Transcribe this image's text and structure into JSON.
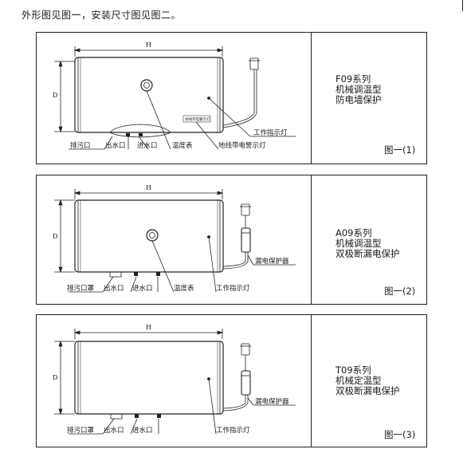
{
  "intro": "外形图见图一，安装尺寸图见图二。",
  "panels": [
    {
      "series": "F09系列",
      "control": "机械调温型",
      "protection": "防电墙保护",
      "fig": "图一(1)",
      "dim_h": "H",
      "dim_d": "D",
      "lamp_plate": "地线带电警示灯",
      "labels": {
        "drain": "排污口",
        "outlet": "出水口",
        "inlet": "进水口",
        "thermometer": "温度表",
        "ground": "地线带电警示灯",
        "indicator": "工作指示灯"
      }
    },
    {
      "series": "A09系列",
      "control": "机械调温型",
      "protection": "双极断漏电保护",
      "fig": "图一(2)",
      "dim_h": "H",
      "dim_d": "D",
      "labels": {
        "drain": "排污口罩",
        "outlet": "出水口",
        "inlet": "进水口",
        "thermometer": "温度表",
        "indicator": "工作指示灯",
        "leakage": "漏电保护器"
      }
    },
    {
      "series": "T09系列",
      "control": "机械定温型",
      "protection": "双极断漏电保护",
      "fig": "图一(3)",
      "dim_h": "H",
      "dim_d": "D",
      "labels": {
        "drain": "排污口罩",
        "outlet": "出水口",
        "inlet": "进水口",
        "indicator": "工作指示灯",
        "leakage": "漏电保护器"
      }
    }
  ]
}
